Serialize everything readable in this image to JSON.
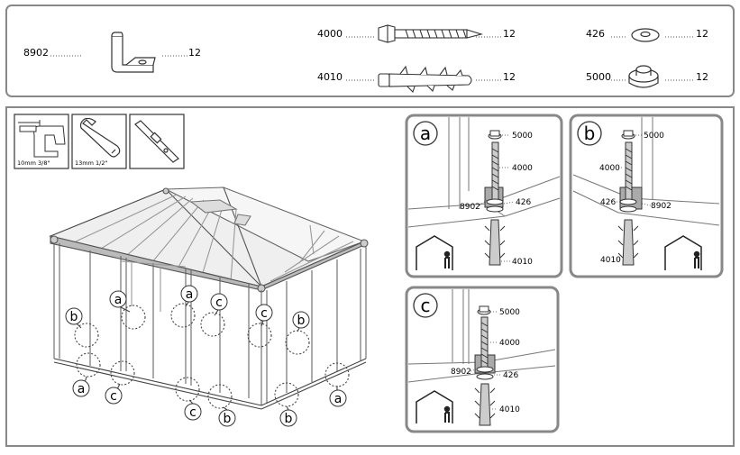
{
  "parts": {
    "p8902": {
      "code": "8902",
      "qty": "12"
    },
    "p4000": {
      "code": "4000",
      "qty": "12"
    },
    "p4010": {
      "code": "4010",
      "qty": "12"
    },
    "p426": {
      "code": "426",
      "qty": "12"
    },
    "p5000": {
      "code": "5000",
      "qty": "12"
    }
  },
  "tools": {
    "drill": {
      "label": "10mm 3/8\"",
      "icon": "drill-icon"
    },
    "wrench": {
      "label": "13mm 1/2\"",
      "icon": "wrench-icon"
    },
    "level": {
      "icon": "level-icon"
    }
  },
  "gazebo_callouts": {
    "a": "a",
    "b": "b",
    "c": "c"
  },
  "detail_a": {
    "letter": "a",
    "l5000": "5000",
    "l4000": "4000",
    "l8902": "8902",
    "l426": "426",
    "l4010": "4010"
  },
  "detail_b": {
    "letter": "b",
    "l5000": "5000",
    "l4000": "4000",
    "l8902": "8902",
    "l426": "426",
    "l4010": "4010"
  },
  "detail_c": {
    "letter": "c",
    "l5000": "5000",
    "l4000": "4000",
    "l8902": "8902",
    "l426": "426",
    "l4010": "4010"
  },
  "colors": {
    "stroke": "#333333",
    "frame": "#888888",
    "light": "#d8d8d8",
    "shade": "#bbbbbb"
  }
}
